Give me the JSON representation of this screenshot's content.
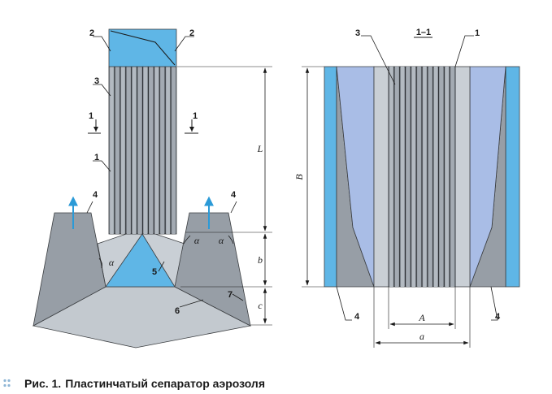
{
  "figure": {
    "caption_label": "Рис. 1.",
    "caption_text": "Пластинчатый сепаратор аэрозоля",
    "section_title": "1–1"
  },
  "left_view": {
    "callouts": {
      "top_left": "2",
      "top_right": "2",
      "plates": "3",
      "section_left": "1",
      "section_right": "1",
      "body": "1",
      "left_chute": "4",
      "right_chute": "4",
      "wedge": "5",
      "hopper": "6",
      "hopper_edge": "7"
    },
    "angle_symbols": [
      "α",
      "α",
      "α"
    ],
    "dimensions": {
      "L": "L",
      "b": "b",
      "c": "c"
    }
  },
  "right_view": {
    "callouts": {
      "plates": "3",
      "body": "1",
      "left_chute": "4",
      "right_chute": "4"
    },
    "dimensions": {
      "B": "B",
      "A": "A",
      "a": "a"
    }
  },
  "colors": {
    "plate_fill": "#8e959c",
    "plate_line": "#2c2f33",
    "blue": "#5fb6e6",
    "light_blue": "#a9bde6",
    "grey": "#979ea6",
    "light_grey": "#c9cfd5",
    "hopper_grey": "#c3c9cf",
    "arrow_blue": "#2b9ad7",
    "caption_marker": "#8fb6d6"
  }
}
